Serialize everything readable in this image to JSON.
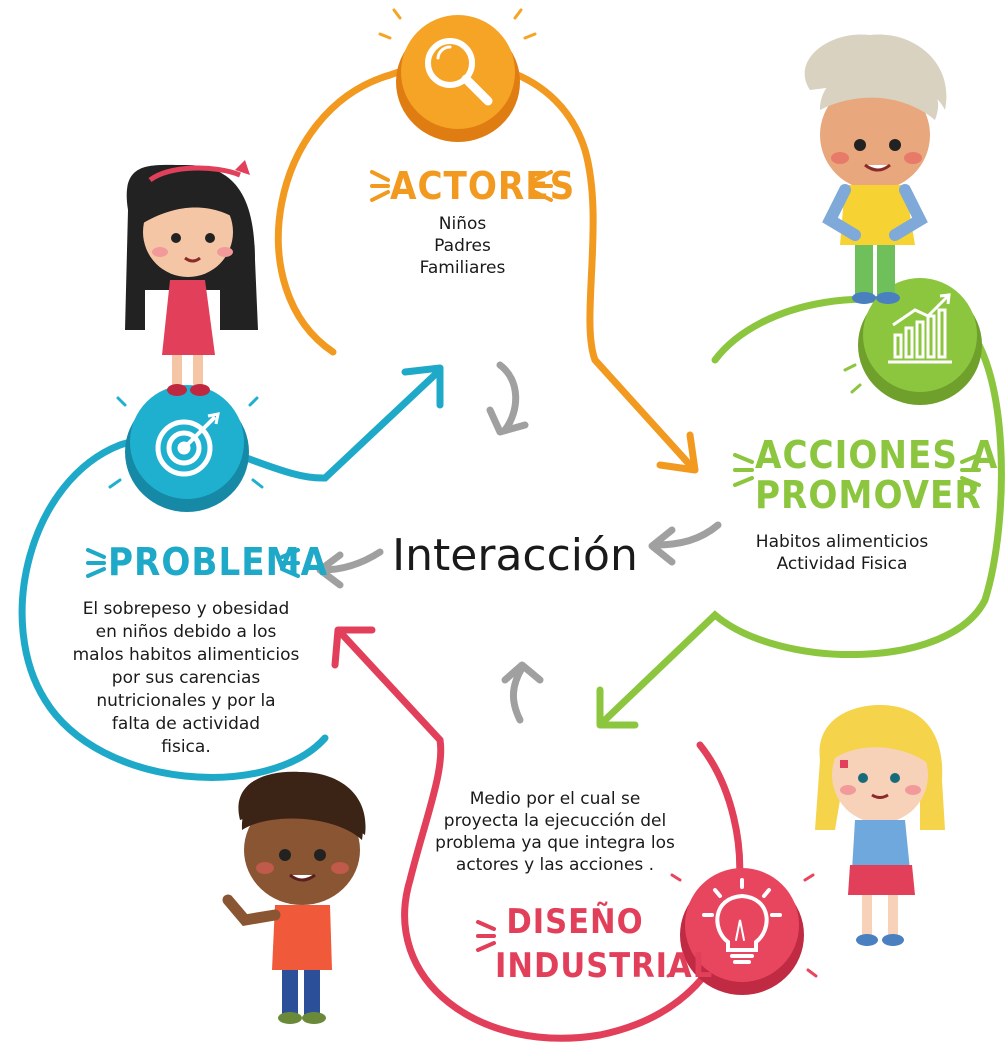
{
  "center": {
    "label": "Interacción"
  },
  "colors": {
    "actores": "#f29a1f",
    "acciones": "#8cc63f",
    "problema": "#1fa9c9",
    "diseno": "#e23f5a",
    "arrow_gray": "#9a9a9a"
  },
  "nodes": {
    "actores": {
      "title": "ACTORES",
      "lines": [
        "Niños",
        "Padres",
        "Familiares"
      ],
      "icon": "magnifier-icon"
    },
    "acciones": {
      "title_line1": "ACCIONES A",
      "title_line2": "PROMOVER",
      "lines": [
        "Habitos alimenticios",
        "Actividad Fisica"
      ],
      "icon": "growth-chart-icon"
    },
    "problema": {
      "title": "PROBLEMA",
      "lines": [
        "El sobrepeso y obesidad",
        "en niños  debido a los",
        "malos habitos alimenticios",
        "por sus carencias",
        "nutricionales y por  la",
        "falta de actividad",
        "fisica."
      ],
      "icon": "target-icon"
    },
    "diseno": {
      "title_line1": "DISEÑO",
      "title_line2": "INDUSTRIAL",
      "lines": [
        "Medio por el cual se",
        "proyecta la ejecucción del",
        "problema ya  que integra los",
        "actores y las acciones ."
      ],
      "icon": "lightbulb-icon"
    }
  },
  "characters": [
    "girl-red-dress",
    "boy-yellow-shirt",
    "boy-orange-shirt",
    "girl-blonde"
  ]
}
